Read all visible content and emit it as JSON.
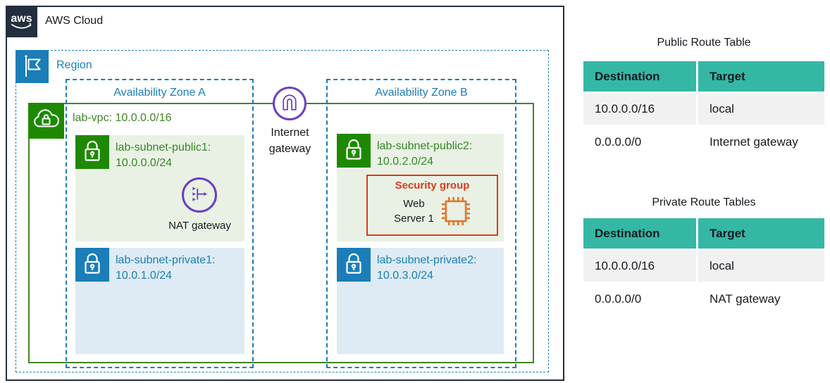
{
  "diagram": {
    "aws_logo_text": "aws",
    "aws_cloud_label": "AWS Cloud",
    "region_label": "Region",
    "az_a_label": "Availability Zone A",
    "az_b_label": "Availability Zone B",
    "vpc_label": "lab-vpc: 10.0.0.0/16",
    "internet_gateway_label": "Internet gateway",
    "nat_gateway_label": "NAT gateway",
    "subnets": {
      "public1": {
        "name": "lab-subnet-public1:",
        "cidr": "10.0.0.0/24"
      },
      "private1": {
        "name": "lab-subnet-private1:",
        "cidr": "10.0.1.0/24"
      },
      "public2": {
        "name": "lab-subnet-public2:",
        "cidr": "10.0.2.0/24"
      },
      "private2": {
        "name": "lab-subnet-private2:",
        "cidr": "10.0.3.0/24"
      }
    },
    "security_group": {
      "title": "Security group",
      "instance_label": "Web Server 1"
    }
  },
  "tables": {
    "public": {
      "title": "Public Route Table",
      "headers": [
        "Destination",
        "Target"
      ],
      "rows": [
        [
          "10.0.0.0/16",
          "local"
        ],
        [
          "0.0.0.0/0",
          "Internet gateway"
        ]
      ]
    },
    "private": {
      "title": "Private Route Tables",
      "headers": [
        "Destination",
        "Target"
      ],
      "rows": [
        [
          "10.0.0.0/16",
          "local"
        ],
        [
          "0.0.0.0/0",
          "NAT gateway"
        ]
      ]
    }
  },
  "colors": {
    "aws_navy": "#232F3E",
    "region_blue": "#1B7EB8",
    "vpc_border_green": "#3F8624",
    "subnet_icon_green": "#1E8900",
    "subnet_bg_green": "#E9F1E4",
    "subnet_icon_blue": "#1B7EB8",
    "subnet_bg_blue": "#DEEBF4",
    "gateway_purple": "#6B3EC6",
    "security_group_red": "#DB3A1B",
    "instance_orange": "#E0762F",
    "table_header_teal": "#34B8A5",
    "table_row_gray": "#F1F1F2"
  }
}
